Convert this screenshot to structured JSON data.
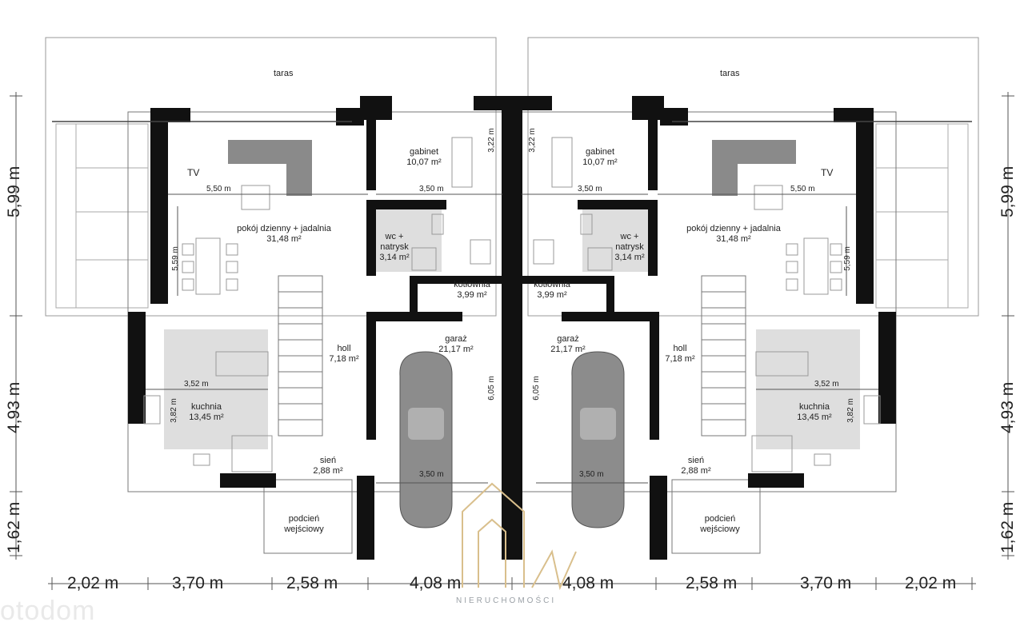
{
  "left_unit": {
    "taras": "taras",
    "gabinet": "gabinet",
    "gabinet_area": "10,07 m²",
    "wc": "wc +",
    "wc2": "natrysk",
    "wc_area": "3,14 m²",
    "living": "pokój dzienny + jadalnia",
    "living_area": "31,48 m²",
    "tv": "TV",
    "kotlownia": "kotłownia",
    "kotlownia_area": "3,99 m²",
    "garaz": "garaż",
    "garaz_area": "21,17 m²",
    "holl": "holl",
    "holl_area": "7,18 m²",
    "kuchnia": "kuchnia",
    "kuchnia_area": "13,45 m²",
    "sien": "sień",
    "sien_area": "2,88 m²",
    "podcien": "podcień",
    "podcien2": "wejściowy",
    "d_550": "5,50 m",
    "d_350a": "3,50 m",
    "d_322": "3,22 m",
    "d_559": "5,59 m",
    "d_352": "3,52 m",
    "d_382": "3,82 m",
    "d_605": "6,05 m",
    "d_350b": "3,50 m"
  },
  "right_unit": {
    "taras": "taras",
    "gabinet": "gabinet",
    "gabinet_area": "10,07 m²",
    "wc": "wc +",
    "wc2": "natrysk",
    "wc_area": "3,14 m²",
    "living": "pokój dzienny + jadalnia",
    "living_area": "31,48 m²",
    "tv": "TV",
    "kotlownia": "kotłownia",
    "kotlownia_area": "3,99 m²",
    "garaz": "garaż",
    "garaz_area": "21,17 m²",
    "holl": "holl",
    "holl_area": "7,18 m²",
    "kuchnia": "kuchnia",
    "kuchnia_area": "13,45 m²",
    "sien": "sień",
    "sien_area": "2,88 m²",
    "podcien": "podcień",
    "podcien2": "wejściowy",
    "d_550": "5,50 m",
    "d_350a": "3,50 m",
    "d_322": "3,22 m",
    "d_559": "5,59 m",
    "d_352": "3,52 m",
    "d_382": "3,82 m",
    "d_605": "6,05 m",
    "d_350b": "3,50 m"
  },
  "dims_bottom": [
    "2,02 m",
    "3,70 m",
    "2,58 m",
    "4,08 m",
    "4,08 m",
    "2,58 m",
    "3,70 m",
    "2,02 m"
  ],
  "dims_left": [
    "5,99 m",
    "4,93 m",
    "1,62 m"
  ],
  "dims_right": [
    "5,99 m",
    "4,93 m",
    "1,62 m"
  ],
  "watermark": {
    "site": "otodom",
    "brand": "NIERUCHOMOŚCI"
  },
  "colors": {
    "wall": "#111111",
    "furniture": "#8a8a8a",
    "floor_gray": "#dcdcdc",
    "brand_gold": "#d9bf8c"
  }
}
